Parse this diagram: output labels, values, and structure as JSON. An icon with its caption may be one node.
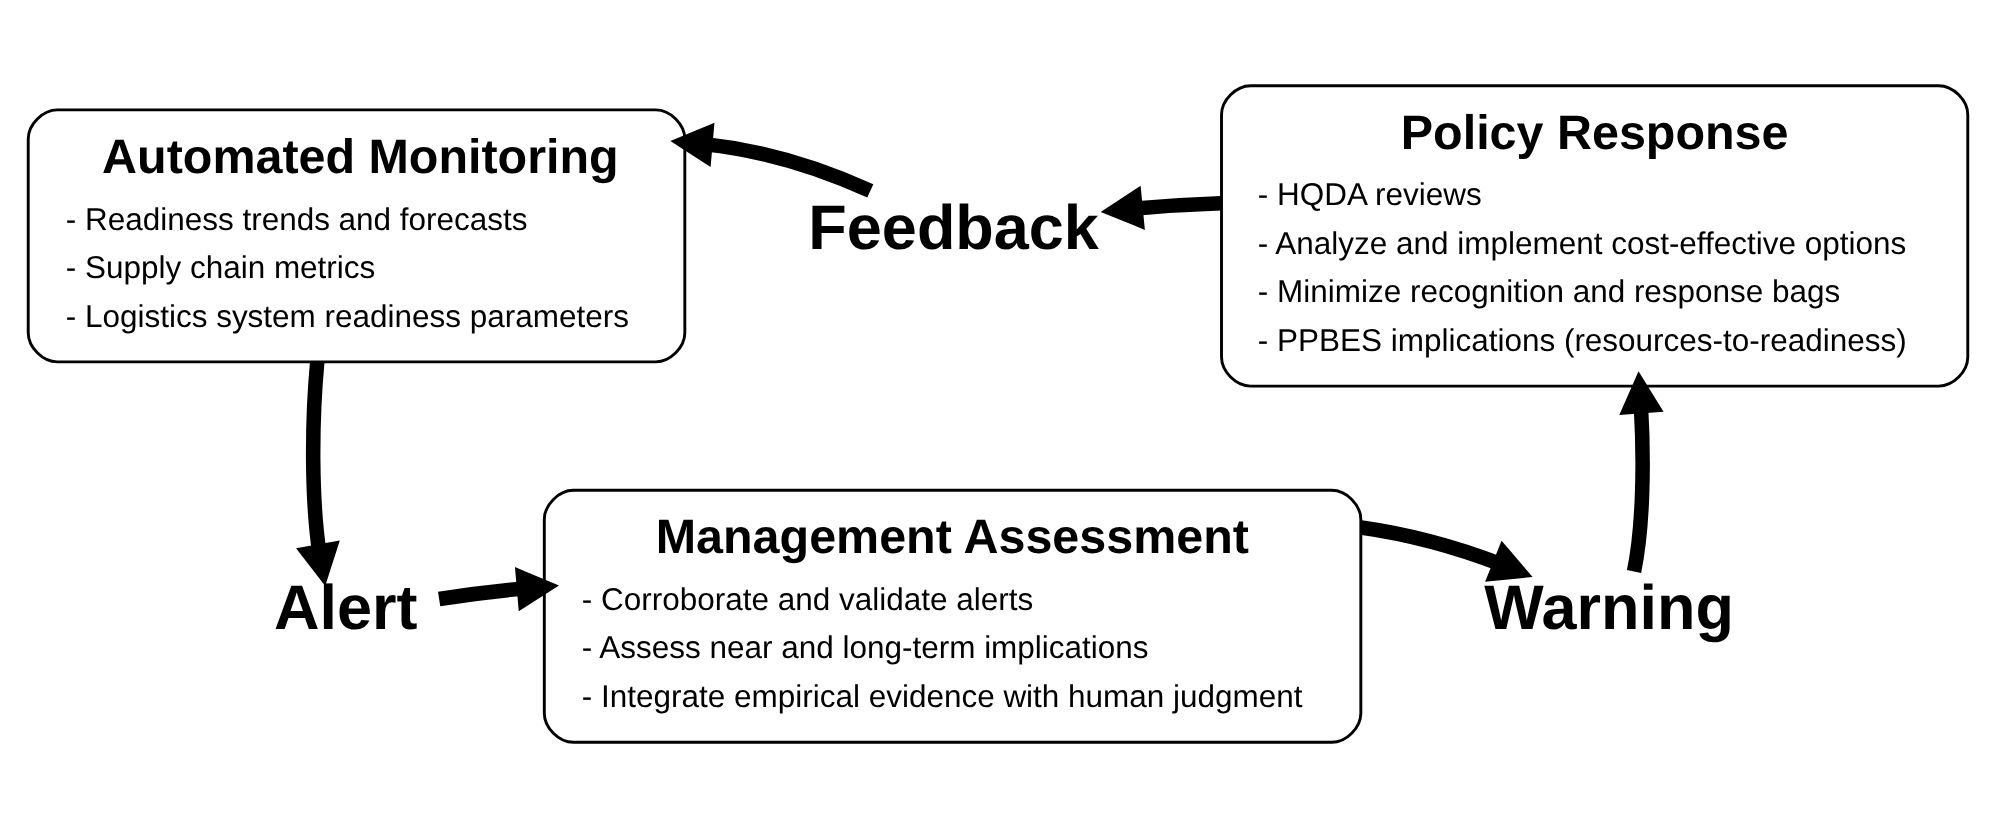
{
  "diagram": {
    "nodes": [
      {
        "text": [
          "Feedback"
        ]
      },
      {
        "text": [
          "Automated Monitoring",
          "- Readiness trends and forecasts",
          "- Supply chain metrics",
          "- Logistics system readiness parameters"
        ]
      },
      {
        "text": [
          "Policy Response",
          "- HQDA reviews",
          "- Analyze and implement cost-effective options",
          "- Minimize recognition and response bags",
          "- PPBES implications (resources-to-readiness)"
        ]
      },
      {
        "text": [
          "Alert"
        ]
      },
      {
        "text": [
          "Management Assessment",
          "- Corroborate and validate alerts",
          "- Assess near and long-term implications",
          "- Integrate empirical evidence with human judgment"
        ]
      },
      {
        "text": [
          "Warning"
        ]
      }
    ],
    "edges": [
      {
        "from": 2,
        "to": 0,
        "arrow": "to"
      },
      {
        "from": 0,
        "to": 1,
        "arrow": "to"
      },
      {
        "from": 1,
        "to": 3,
        "arrow": "to"
      },
      {
        "from": 3,
        "to": 4,
        "arrow": "to"
      },
      {
        "from": 4,
        "to": 5,
        "arrow": "to"
      },
      {
        "from": 5,
        "to": 2,
        "arrow": "to"
      }
    ]
  }
}
